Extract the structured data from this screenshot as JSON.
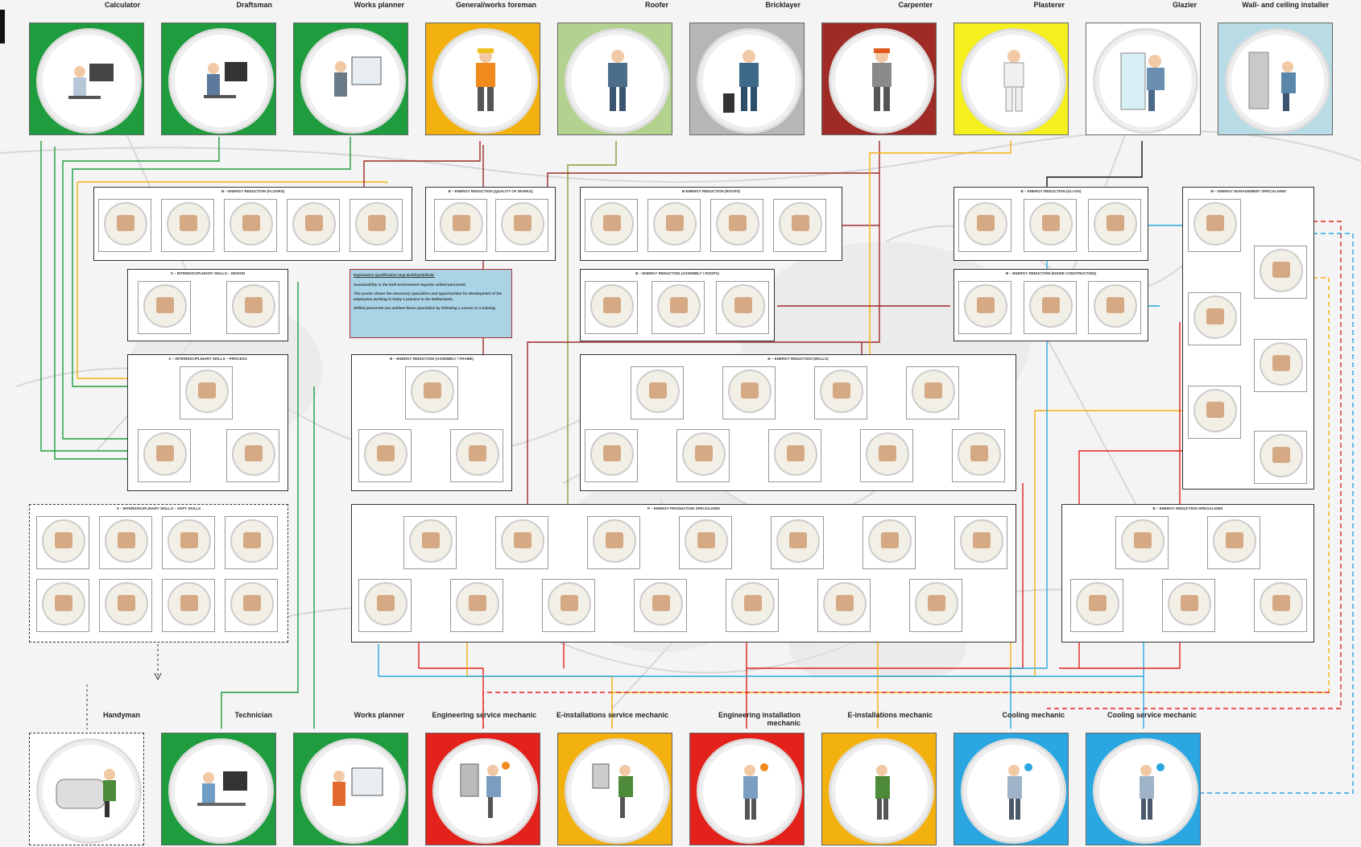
{
  "roles_top": [
    {
      "label": "Calculator",
      "color": "#1f9c3e"
    },
    {
      "label": "Draftsman",
      "color": "#1f9c3e"
    },
    {
      "label": "Works planner",
      "color": "#1f9c3e"
    },
    {
      "label": "General/works foreman",
      "color": "#f3b110"
    },
    {
      "label": "Roofer",
      "color": "#b3d18f"
    },
    {
      "label": "Bricklayer",
      "color": "#b6b6b6"
    },
    {
      "label": "Carpenter",
      "color": "#9e2b26"
    },
    {
      "label": "Plasterer",
      "color": "#f5ef1e"
    },
    {
      "label": "Glazier",
      "color": "#ffffff"
    },
    {
      "label": "Wall- and ceiling installer",
      "color": "#b8dbe6"
    }
  ],
  "roles_bottom": [
    {
      "label": "Handyman",
      "color": "#ffffff",
      "dashed": true
    },
    {
      "label": "Technician",
      "color": "#1f9c3e"
    },
    {
      "label": "Works planner",
      "color": "#1f9c3e"
    },
    {
      "label": "Engineering service mechanic",
      "color": "#e3221c"
    },
    {
      "label": "E-installations service mechanic",
      "color": "#f3b110"
    },
    {
      "label": "Engineering installation mechanic",
      "color": "#e3221c"
    },
    {
      "label": "E-installations mechanic",
      "color": "#f3b110"
    },
    {
      "label": "Cooling mechanic",
      "color": "#2aa6e0"
    },
    {
      "label": "Cooling service mechanic",
      "color": "#2aa6e0"
    }
  ],
  "info_box": {
    "title": "Explanation Qualification map BuildUpSkillsNL",
    "line1": "Sustainability in the built environment requires skilled personnel.",
    "line2": "This poster shows the necessary specialties and opportunities for development of the employees working in today's practice in the Netherlands.",
    "line3": "Skilled personnel can achieve these specialties by following a course or a training."
  },
  "modules": [
    {
      "title": "B – ENERGY REDUCTION (FLOORS)"
    },
    {
      "title": "B – ENERGY REDUCTION (QUALITY OF WORKS)"
    },
    {
      "title": "B-ENERGY REDUCTION (ROOFS)"
    },
    {
      "title": "B – ENERGY REDUCTION (GLASS)"
    },
    {
      "title": "M – ENERGY MANAGEMENT SPECIALISMS"
    },
    {
      "title": "S – INTERDISCIPLINARY SKILLS – DESIGN"
    },
    {
      "title": "B – ENERGY REDUCTION (ASSEMBLY / ROOFS)"
    },
    {
      "title": "B – ENERGY REDUCTION (INSIDE CONSTRUCTION)"
    },
    {
      "title": "S – INTERDISCIPLINARY SKILLS – PROCESS"
    },
    {
      "title": "B – ENERGY REDUCTION (ASSEMBLY / FRAME)"
    },
    {
      "title": "B – ENERGY REDUCTION (WALLS)"
    },
    {
      "title": "S – INTERDISCIPLINARY SKILLS – SOFT SKILLS"
    },
    {
      "title": "P – ENERGY PRODUCTION SPECIALISMS"
    },
    {
      "title": "B – ENERGY REDUCTION SPECIALISMS"
    }
  ],
  "colors": {
    "green": "#1f9c3e",
    "yellow": "#f3b110",
    "red": "#e3221c",
    "darkred": "#9e2b26",
    "blue": "#2aa6e0",
    "olive": "#8a9a3a",
    "gray": "#555555"
  }
}
